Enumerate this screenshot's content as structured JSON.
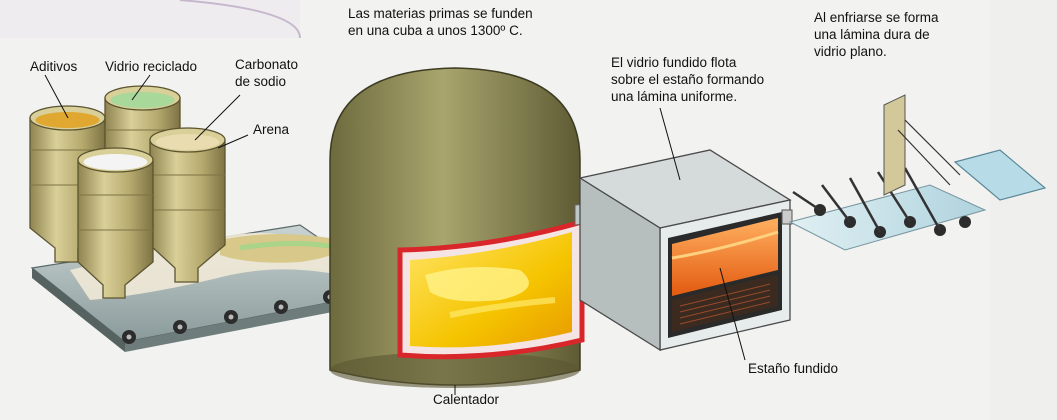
{
  "labels": {
    "aditivos": "Aditivos",
    "vidrio_reciclado": "Vidrio reciclado",
    "carbonato": "Carbonato\nde sodio",
    "arena": "Arena",
    "fundido": "Las materias primas se funden\nen una cuba a unos 1300º C.",
    "flota": "El vidrio fundido flota\nsobre el estaño formando\nuna lámina uniforme.",
    "enfriarse": "Al enfriarse se forma\nuna lámina dura de\nvidrio plano.",
    "estano": "Estaño fundido",
    "calentador": "Calentador"
  },
  "colors": {
    "hopper": "#bfb37a",
    "hopper_dark": "#8f8450",
    "molten": "#f5c400",
    "hot_red": "#d8262a",
    "tin_orange": "#f07a1a",
    "glass": "#c8e4ea",
    "belt": "#8a9a9a"
  }
}
